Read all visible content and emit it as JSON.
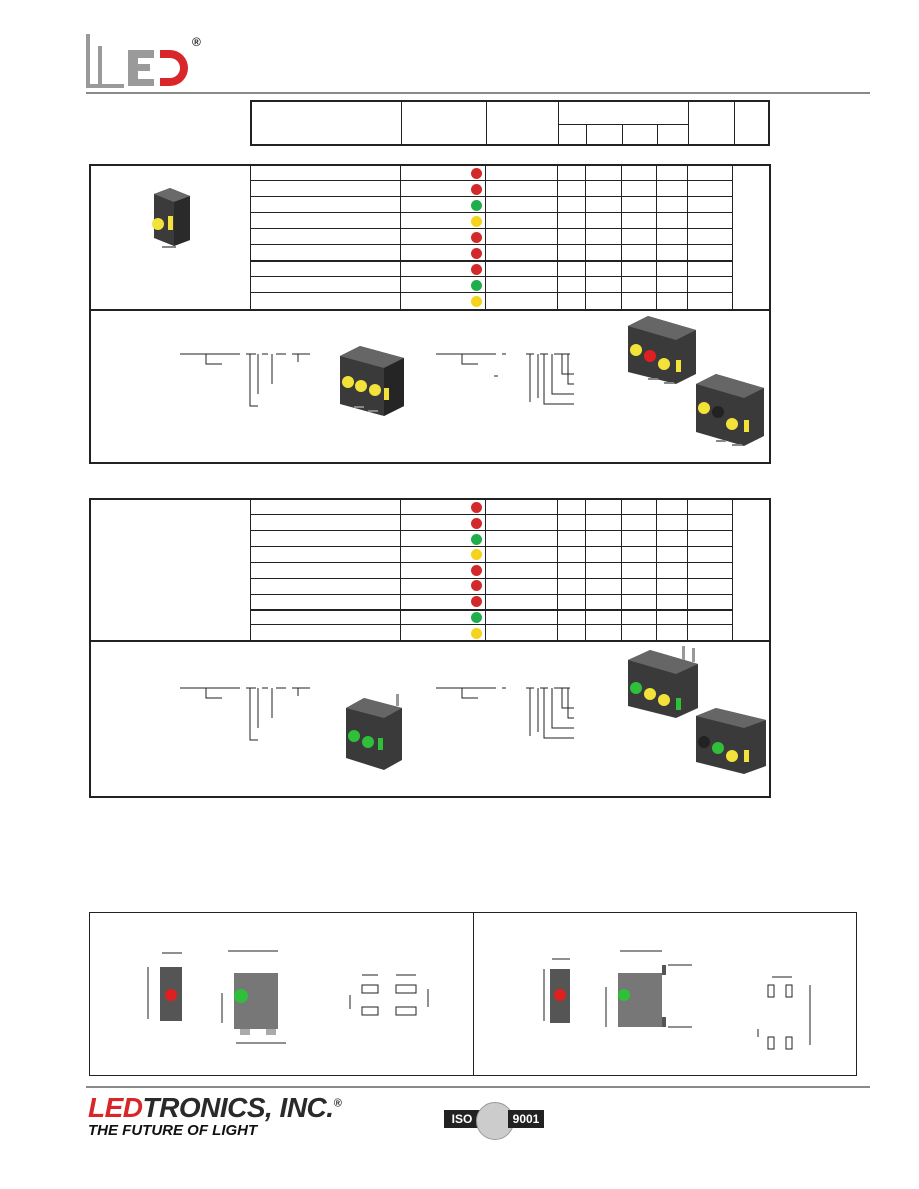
{
  "header": {
    "logo_text": "LED",
    "registered_mark": "®"
  },
  "footer": {
    "brand_prefix": "LED",
    "brand_suffix": "TRONICS, INC.",
    "brand_registered": "®",
    "tagline": "THE FUTURE OF LIGHT",
    "iso_left": "ISO",
    "iso_right": "9001"
  },
  "colors": {
    "red": "#d22a2a",
    "green": "#1fae4b",
    "yellow": "#f5d31a",
    "brand_red": "#d8262b",
    "rule_gray": "#8a8a8a"
  },
  "section1": {
    "dot_colors": [
      "red",
      "red",
      "green",
      "yellow",
      "red",
      "red",
      "red",
      "green",
      "yellow"
    ]
  },
  "section2": {
    "dot_colors": [
      "red",
      "red",
      "green",
      "yellow",
      "red",
      "red",
      "red",
      "green",
      "yellow"
    ]
  }
}
